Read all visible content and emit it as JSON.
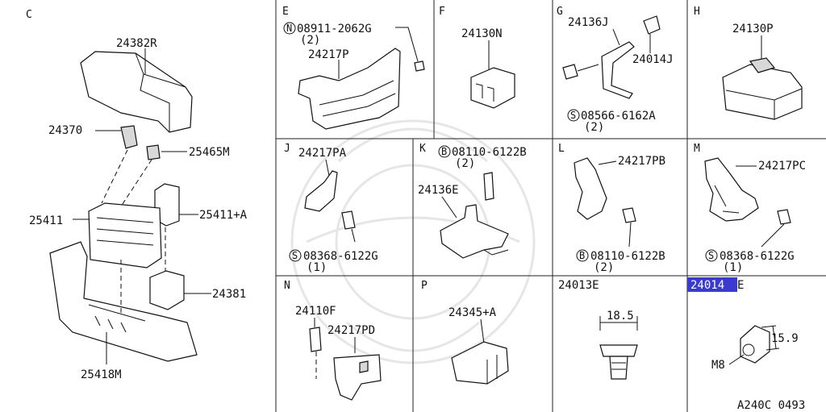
{
  "sections": {
    "C": {
      "label": "C",
      "parts": [
        "24382R",
        "24370",
        "25465M",
        "25411",
        "25411+A",
        "24381",
        "25418M"
      ]
    },
    "E": {
      "label": "E",
      "parts": [
        "08911-2062G",
        "(2)",
        "24217P"
      ],
      "prefix": "N"
    },
    "F": {
      "label": "F",
      "parts": [
        "24130N"
      ]
    },
    "G": {
      "label": "G",
      "parts": [
        "24136J",
        "24014J",
        "08566-6162A",
        "(2)"
      ],
      "prefix": "S"
    },
    "H": {
      "label": "H",
      "parts": [
        "24130P"
      ]
    },
    "J": {
      "label": "J",
      "parts": [
        "24217PA",
        "08368-6122G",
        "(1)"
      ],
      "prefix": "S"
    },
    "K": {
      "label": "K",
      "parts": [
        "08110-6122B",
        "(2)",
        "24136E"
      ],
      "prefix": "B"
    },
    "L": {
      "label": "L",
      "parts": [
        "24217PB",
        "08110-6122B",
        "(2)"
      ],
      "prefix": "B"
    },
    "M": {
      "label": "M",
      "parts": [
        "24217PC",
        "08368-6122G",
        "(1)"
      ],
      "prefix": "S"
    },
    "N": {
      "label": "N",
      "parts": [
        "24110F",
        "24217PD"
      ]
    },
    "P": {
      "label": "P",
      "parts": [
        "24345+A"
      ]
    },
    "Q": {
      "parts": [
        "24013E",
        "18.5"
      ]
    },
    "R": {
      "highlight": "24014",
      "suffix": "E",
      "parts": [
        "15.9",
        "M8"
      ]
    }
  },
  "footer": {
    "code": "A240C 0493"
  },
  "colors": {
    "line": "#111111",
    "highlight": "#3a3ad0",
    "watermark": "#e6e6e6"
  }
}
